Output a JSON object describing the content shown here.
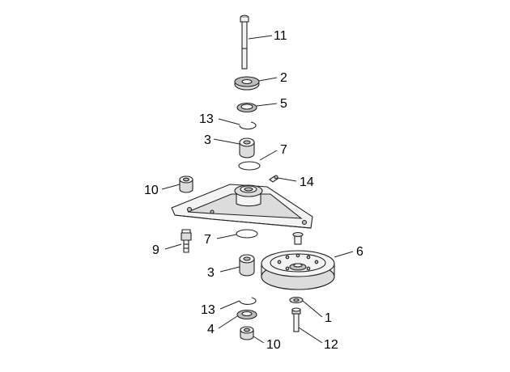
{
  "callouts": {
    "c11": "11",
    "c2": "2",
    "c5": "5",
    "c13_top": "13",
    "c3_top": "3",
    "c7_top": "7",
    "c10_left": "10",
    "c14": "14",
    "c9": "9",
    "c7_bottom": "7",
    "c6": "6",
    "c3_bottom": "3",
    "c13_bottom": "13",
    "c1": "1",
    "c4": "4",
    "c10_bottom": "10",
    "c12": "12"
  }
}
